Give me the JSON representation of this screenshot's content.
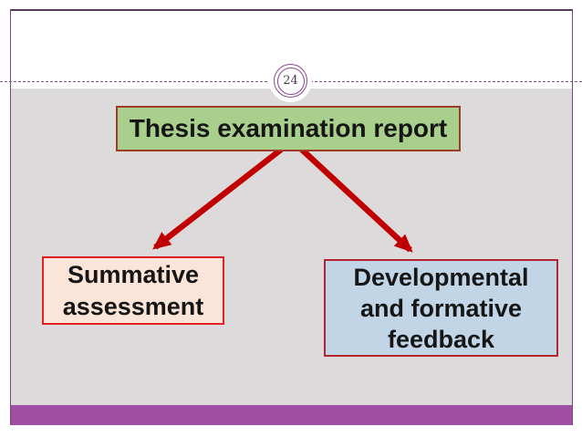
{
  "slide": {
    "page_number": "24",
    "diagram": {
      "root_node": {
        "label": "Thesis examination report"
      },
      "left_node": {
        "line1": "Summative",
        "line2": "assessment"
      },
      "right_node": {
        "line1": "Developmental",
        "line2": "and formative",
        "line3": "feedback"
      }
    },
    "colors": {
      "frame_border": "#744a78",
      "frame_border_top": "#553a57",
      "dashed_divider": "#86538a",
      "page_number_ring": "#8c4790",
      "body_background": "#dcdadb",
      "footer_bar": "#a050a4",
      "root_node_fill": "#a9cf8c",
      "root_node_border": "#a03b28",
      "left_node_fill": "#fbe4d8",
      "left_node_border": "#e41e25",
      "right_node_fill": "#c1d5e6",
      "right_node_border": "#b5242c",
      "arrow": "#c00000",
      "text": "#161616"
    }
  }
}
